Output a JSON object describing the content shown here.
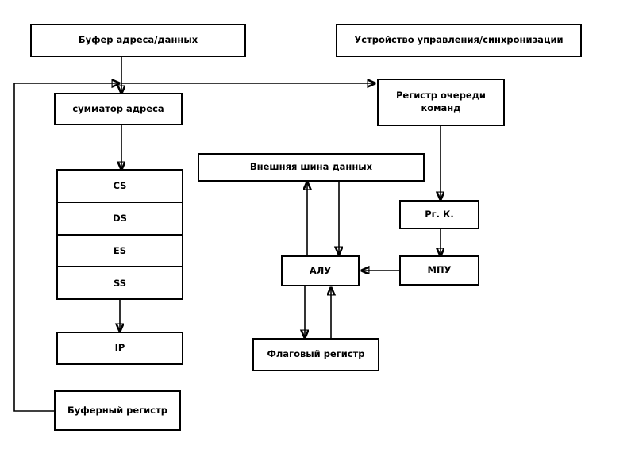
{
  "diagram": {
    "title_text": "",
    "language": "ru",
    "stroke_color": "#000000",
    "background_color": "#ffffff",
    "blocks": {
      "address_data_buffer": "Буфер адреса/данных",
      "control_sync_unit": "Устройство управления/синхронизации",
      "address_adder": "сумматор адреса",
      "instruction_queue_register": "Регистр очереди команд",
      "external_data_bus": "Внешняя шина данных",
      "command_register": "Рг. К.",
      "mpu": "МПУ",
      "alu": "АЛУ",
      "flag_register": "Флаговый регистр",
      "ip": "IP",
      "buffer_register": "Буферный регистр",
      "segment_registers": [
        {
          "label": "CS"
        },
        {
          "label": "DS"
        },
        {
          "label": "ES"
        },
        {
          "label": "SS"
        }
      ]
    }
  }
}
